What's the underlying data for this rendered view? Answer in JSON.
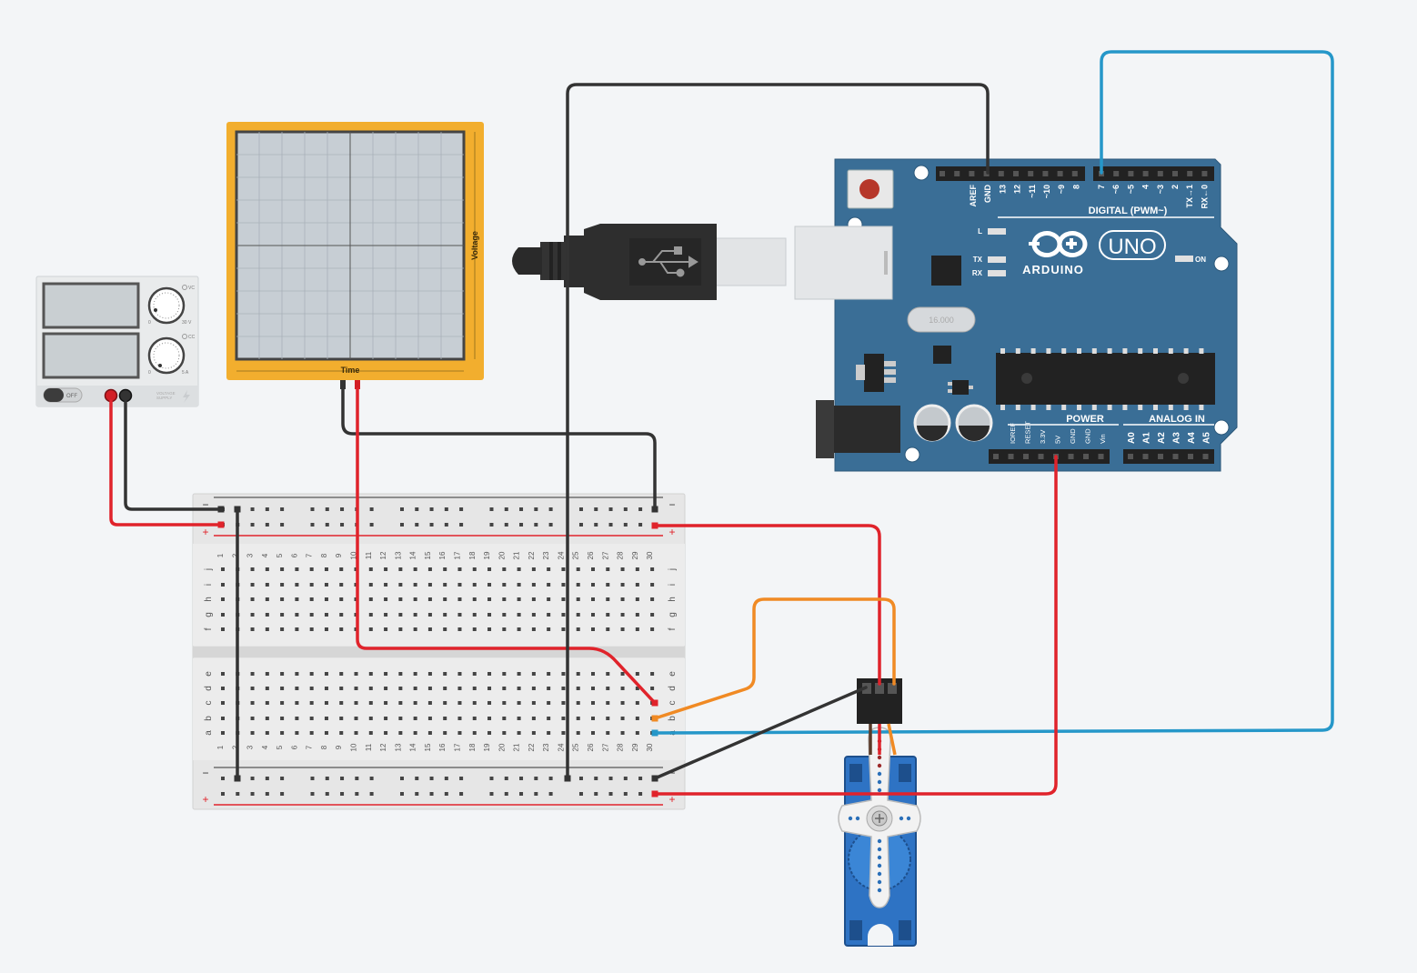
{
  "colors": {
    "background": "#f3f5f7",
    "arduino_board": "#3a6e96",
    "oscilloscope_frame": "#f2ae2e",
    "oscilloscope_screen": "#c7ced4",
    "breadboard": "#e6e6e6",
    "servo_body": "#2e73c4",
    "wire_red": "#e0232b",
    "wire_black": "#333333",
    "wire_blue": "#2597c9",
    "wire_orange": "#f08a24"
  },
  "power_supply": {
    "label_vc": "VC",
    "label_cc": "CC",
    "knob1_min": "0",
    "knob1_max": "30 V",
    "knob2_min": "0",
    "knob2_max": "5 A",
    "switch_label": "OFF",
    "brand_line1": "VOLTAGE",
    "brand_line2": "SUPPLY"
  },
  "oscilloscope": {
    "y_label": "Voltage",
    "x_label": "Time"
  },
  "arduino": {
    "brand": "ARDUINO",
    "model": "UNO",
    "digital_label": "DIGITAL (PWM~)",
    "power_label": "POWER",
    "analog_label": "ANALOG IN",
    "crystal_label": "16.000",
    "led_l": "L",
    "led_tx": "TX",
    "led_rx": "RX",
    "led_on": "ON",
    "digital_pins_left": [
      "AREF",
      "GND",
      "13",
      "12",
      "~11",
      "~10",
      "~9",
      "8"
    ],
    "digital_pins_right": [
      "7",
      "~6",
      "~5",
      "4",
      "~3",
      "2",
      "TX→1",
      "RX←0"
    ],
    "power_pins": [
      "IOREF",
      "RESET",
      "3.3V",
      "5V",
      "GND",
      "GND",
      "Vin"
    ],
    "analog_pins": [
      "A0",
      "A1",
      "A2",
      "A3",
      "A4",
      "A5"
    ]
  },
  "breadboard": {
    "rail_minus": "−",
    "rail_plus": "+",
    "row_letters_top": [
      "j",
      "i",
      "h",
      "g",
      "f"
    ],
    "row_letters_bottom": [
      "e",
      "d",
      "c",
      "b",
      "a"
    ],
    "column_numbers": [
      "1",
      "2",
      "3",
      "4",
      "5",
      "6",
      "7",
      "8",
      "9",
      "10",
      "11",
      "12",
      "13",
      "14",
      "15",
      "16",
      "17",
      "18",
      "19",
      "20",
      "21",
      "22",
      "23",
      "24",
      "25",
      "26",
      "27",
      "28",
      "29",
      "30"
    ]
  }
}
